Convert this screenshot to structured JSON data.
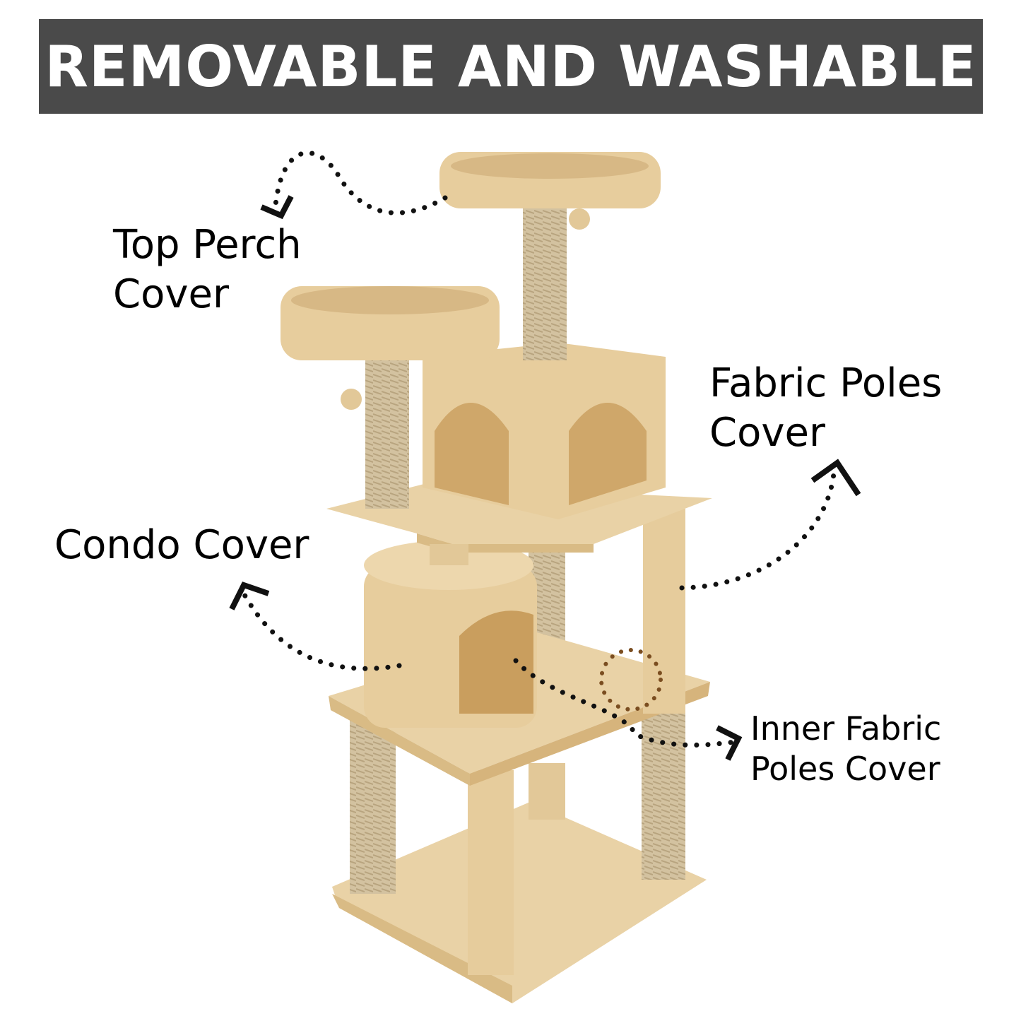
{
  "banner": {
    "title": "REMOVABLE AND WASHABLE"
  },
  "labels": {
    "top_perch": [
      "Top Perch",
      "Cover"
    ],
    "fabric_poles": [
      "Fabric Poles",
      "Cover"
    ],
    "condo": [
      "Condo Cover"
    ],
    "inner_fabric_poles": [
      "Inner Fabric",
      "Poles Cover"
    ]
  },
  "colors": {
    "banner": "#4a4a4a",
    "fabric": "#e9d2a6",
    "fabric_shade": "#d9bb85",
    "sisal": "#cdbb98"
  }
}
